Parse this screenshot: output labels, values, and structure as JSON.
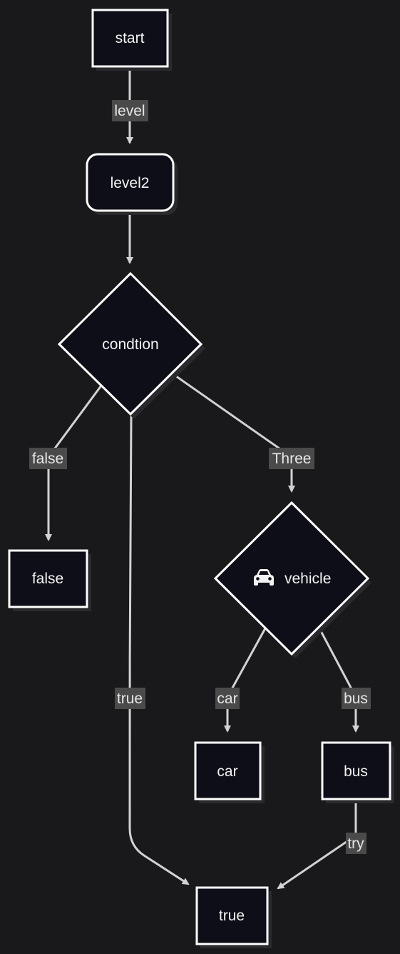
{
  "nodes": {
    "start": "start",
    "level2": "level2",
    "condition": "condtion",
    "false": "false",
    "vehicle": "vehicle",
    "car": "car",
    "bus": "bus",
    "true": "true"
  },
  "edges": {
    "start_level2": "level",
    "condition_false": "false",
    "condition_true": "true",
    "condition_vehicle": "Three",
    "vehicle_car": "car",
    "vehicle_bus": "bus",
    "bus_true": "try"
  },
  "icons": {
    "vehicle": "car-icon"
  },
  "colors": {
    "background": "#19191b",
    "node_fill": "#0d0e17",
    "node_stroke": "#ffffff",
    "edge": "#d2d2d2",
    "edge_label_bg": "#4a4a4a"
  }
}
